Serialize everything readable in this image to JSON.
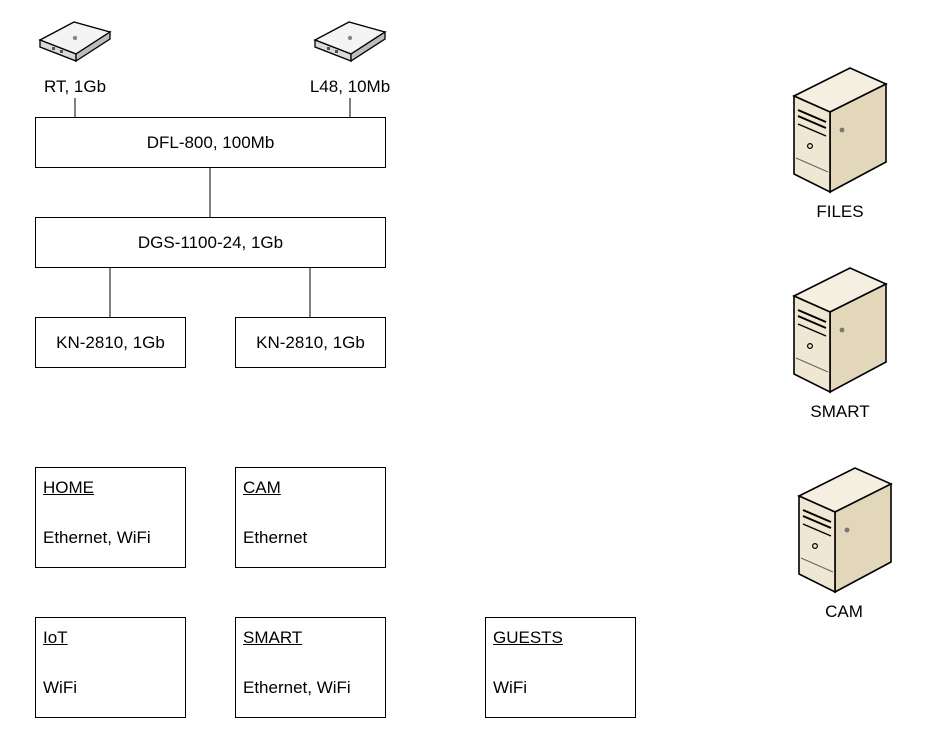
{
  "routers": [
    {
      "label": "RT, 1Gb",
      "icon": "router-icon"
    },
    {
      "label": "L48, 10Mb",
      "icon": "router-icon"
    }
  ],
  "devices": {
    "firewall": "DFL-800, 100Mb",
    "core_switch": "DGS-1100-24, 1Gb",
    "access_switches": [
      "KN-2810, 1Gb",
      "KN-2810, 1Gb"
    ]
  },
  "vlans": [
    {
      "name": "HOME",
      "media": "Ethernet, WiFi"
    },
    {
      "name": "CAM",
      "media": "Ethernet"
    },
    {
      "name": "IoT",
      "media": "WiFi"
    },
    {
      "name": "SMART",
      "media": "Ethernet, WiFi"
    },
    {
      "name": "GUESTS",
      "media": "WiFi"
    }
  ],
  "servers": [
    {
      "label": "FILES",
      "icon": "server-tower-icon"
    },
    {
      "label": "SMART",
      "icon": "server-tower-icon"
    },
    {
      "label": "CAM",
      "icon": "server-tower-icon"
    }
  ],
  "colors": {
    "server_body": "#efe6d3",
    "server_side": "#dccfb4",
    "server_dark": "#c9b98f",
    "router_body": "#e6e6e6",
    "router_dark": "#9a9a9a",
    "line": "#000000"
  }
}
